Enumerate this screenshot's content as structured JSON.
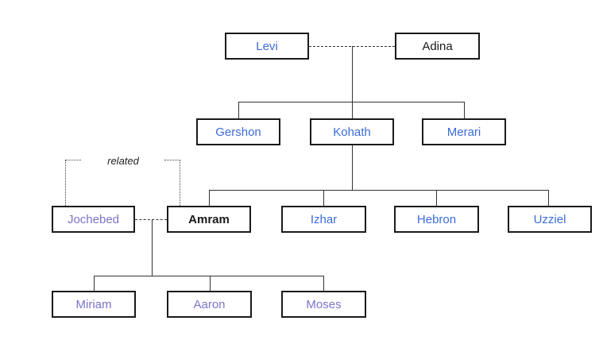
{
  "diagram": {
    "type": "family-tree",
    "background": "#ffffff",
    "colors": {
      "node_border": "#1a1a1a",
      "connector_line": "#333333",
      "link_blue": "#3c6bd9",
      "link_purple": "#7b74ca",
      "plain_text": "#1a1a1a"
    }
  },
  "annotation": {
    "label": "related"
  },
  "people": {
    "levi": {
      "label": "Levi",
      "style": "blue-link"
    },
    "adina": {
      "label": "Adina",
      "style": "plain-black"
    },
    "gershon": {
      "label": "Gershon",
      "style": "blue-link"
    },
    "kohath": {
      "label": "Kohath",
      "style": "blue-link"
    },
    "merari": {
      "label": "Merari",
      "style": "blue-link"
    },
    "jochebed": {
      "label": "Jochebed",
      "style": "purple-link"
    },
    "amram": {
      "label": "Amram",
      "style": "bold-black-current"
    },
    "izhar": {
      "label": "Izhar",
      "style": "blue-link"
    },
    "hebron": {
      "label": "Hebron",
      "style": "blue-link"
    },
    "uzziel": {
      "label": "Uzziel",
      "style": "blue-link"
    },
    "miriam": {
      "label": "Miriam",
      "style": "purple-link"
    },
    "aaron": {
      "label": "Aaron",
      "style": "purple-link"
    },
    "moses": {
      "label": "Moses",
      "style": "purple-link"
    }
  },
  "relationships": {
    "marriages": [
      {
        "partners": [
          "Levi",
          "Adina"
        ],
        "children": [
          "Gershon",
          "Kohath",
          "Merari"
        ]
      },
      {
        "partners": [
          "Jochebed",
          "Amram"
        ],
        "children": [
          "Miriam",
          "Aaron",
          "Moses"
        ]
      }
    ],
    "parent_child": [
      {
        "parent": "Kohath",
        "children": [
          "Amram",
          "Izhar",
          "Hebron",
          "Uzziel"
        ]
      }
    ],
    "related_annotation": {
      "between": [
        "Jochebed",
        "Amram"
      ],
      "label": "related"
    }
  }
}
